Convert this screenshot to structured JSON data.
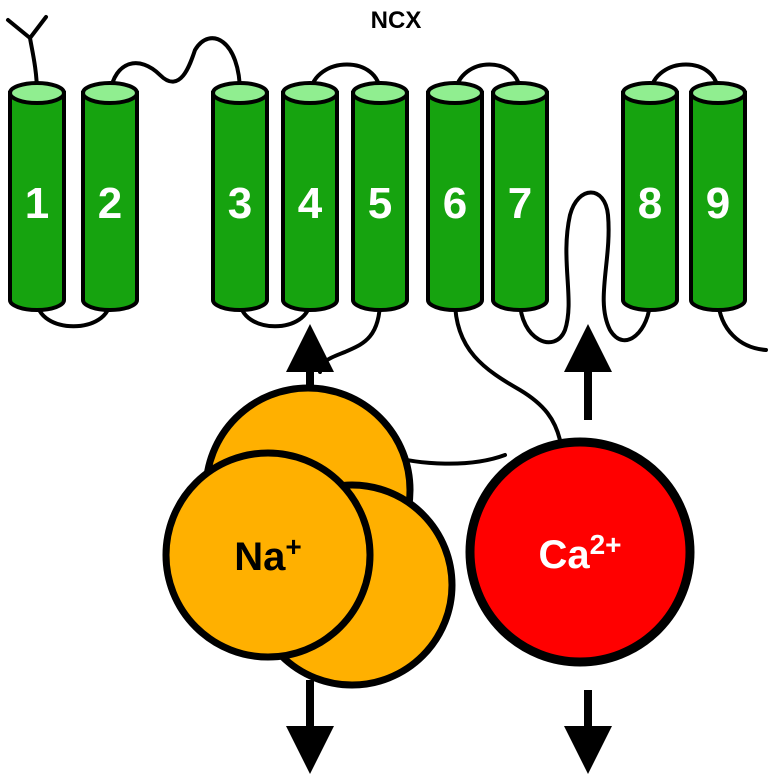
{
  "title": "NCX",
  "helices": [
    "1",
    "2",
    "3",
    "4",
    "5",
    "6",
    "7",
    "8",
    "9"
  ],
  "ions": {
    "sodium": {
      "base": "Na",
      "sup": "+"
    },
    "calcium": {
      "base": "Ca",
      "sup": "2+"
    }
  },
  "colors": {
    "helix_fill": "#16a30f",
    "helix_top": "#90ee90",
    "sodium": "#ffb000",
    "calcium": "#ff0000",
    "outline": "#000000"
  }
}
